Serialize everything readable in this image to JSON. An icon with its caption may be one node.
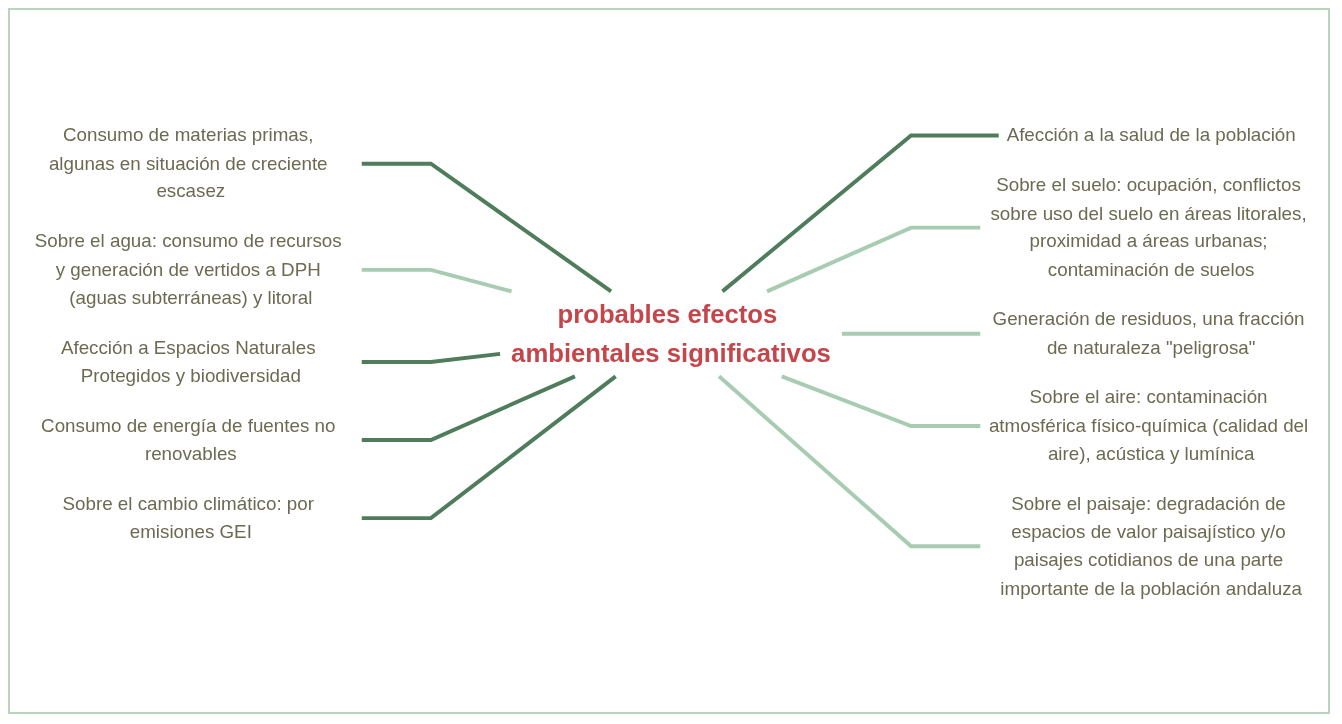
{
  "diagram": {
    "nodes": [
      {
        "text": [
          "Consumo de materias primas, algunas en situación de creciente escasez"
        ]
      },
      {
        "text": [
          "Sobre el agua: consumo de recursos y generación de vertidos a DPH (aguas subterráneas) y litoral"
        ]
      },
      {
        "text": [
          "Afección a la salud de la población"
        ]
      },
      {
        "text": [
          "Afección a Espacios Naturales Protegidos y biodiversidad"
        ]
      },
      {
        "text": [
          "Sobre el suelo: ocupación, conflictos sobre uso del suelo en áreas litorales, proximidad a áreas urbanas; contaminación de suelos"
        ]
      },
      {
        "text": [
          "probables efectos ambientales significativos"
        ]
      },
      {
        "text": [
          "Generación de residuos, una fracción de naturaleza \"peligrosa\""
        ]
      },
      {
        "text": [
          "Consumo de energía de fuentes no renovables"
        ]
      },
      {
        "text": [
          "Sobre el cambio climático: por emisiones GEI"
        ]
      },
      {
        "text": [
          "Sobre el aire: contaminación atmosférica físico-química (calidad del aire), acústica y lumínica"
        ]
      },
      {
        "text": [
          "Sobre el paisaje: degradación de espacios de valor paisajístico y/o paisajes cotidianos de una parte importante de la población andaluza"
        ]
      }
    ],
    "edges": [
      {
        "from": 0,
        "to": 5,
        "arrow": "none",
        "color": "#4f7d5c"
      },
      {
        "from": 1,
        "to": 5,
        "arrow": "none",
        "color": "#a8ccb2"
      },
      {
        "from": 5,
        "to": 2,
        "arrow": "none",
        "color": "#4f7d5c"
      },
      {
        "from": 3,
        "to": 5,
        "arrow": "none",
        "color": "#4f7d5c"
      },
      {
        "from": 5,
        "to": 4,
        "arrow": "none",
        "color": "#a8ccb2"
      },
      {
        "from": 5,
        "to": 6,
        "arrow": "none",
        "color": "#a8ccb2"
      },
      {
        "from": 7,
        "to": 5,
        "arrow": "none",
        "color": "#4f7d5c"
      },
      {
        "from": 8,
        "to": 5,
        "arrow": "none",
        "color": "#4f7d5c"
      },
      {
        "from": 5,
        "to": 9,
        "arrow": "none",
        "color": "#a8ccb2"
      },
      {
        "from": 5,
        "to": 10,
        "arrow": "none",
        "color": "#a8ccb2"
      }
    ]
  }
}
